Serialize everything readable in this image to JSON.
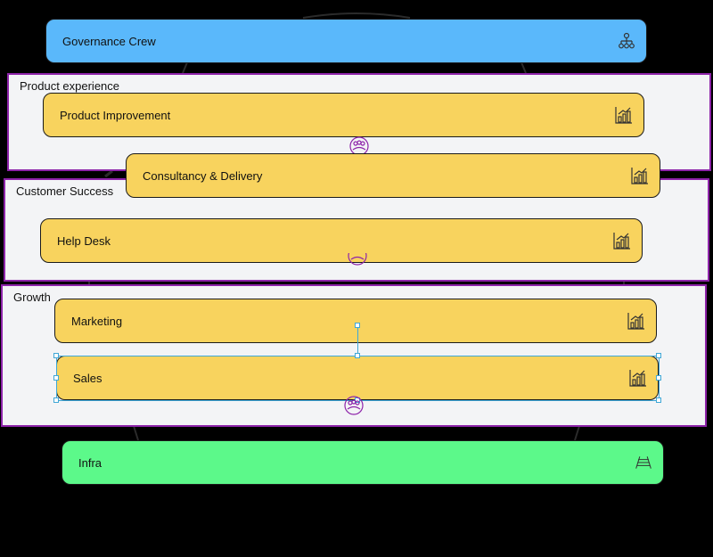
{
  "diagram": {
    "top_card": {
      "label": "Governance Crew",
      "icon": "org-chart-icon"
    },
    "groups": [
      {
        "label": "Product experience",
        "cards": [
          {
            "label": "Product Improvement",
            "icon": "bar-chart-icon"
          },
          {
            "label": "Consultancy & Delivery",
            "icon": "bar-chart-icon"
          }
        ]
      },
      {
        "label": "Customer Success",
        "cards": [
          {
            "label": "Help Desk",
            "icon": "bar-chart-icon"
          }
        ]
      },
      {
        "label": "Growth",
        "cards": [
          {
            "label": "Marketing",
            "icon": "bar-chart-icon"
          },
          {
            "label": "Sales",
            "icon": "bar-chart-icon",
            "selected": true
          }
        ]
      }
    ],
    "bottom_card": {
      "label": "Infra",
      "icon": "rail-track-icon"
    },
    "colors": {
      "background": "#000000",
      "group_fill": "#f3f4f6",
      "group_border": "#8e24aa",
      "team_card": "#f8d35e",
      "governance_card": "#5ab8fb",
      "infra_card": "#5cf98a",
      "selection": "#3fa7d6"
    }
  }
}
